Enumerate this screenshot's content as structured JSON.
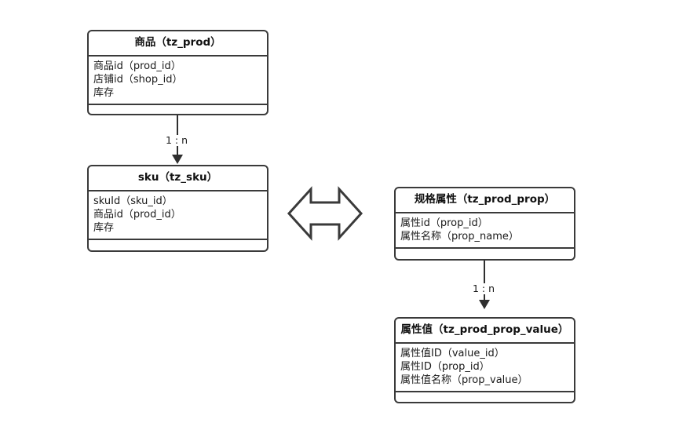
{
  "diagram": {
    "title": "",
    "background_color": "#ffffff",
    "line_color": "#3a3a3a",
    "text_color": "#1a1a1a"
  },
  "entities": [
    {
      "id": "tz_prod",
      "name": "商品",
      "table": "tz_prod",
      "title": "商品（tz_prod）",
      "fields": [
        "商品id（prod_id）",
        "店铺id（shop_id）",
        "库存"
      ],
      "methods": []
    },
    {
      "id": "tz_sku",
      "name": "sku",
      "table": "tz_sku",
      "title": "sku（tz_sku）",
      "fields": [
        "skuId（sku_id）",
        "商品id（prod_id）",
        "库存"
      ],
      "methods": []
    },
    {
      "id": "tz_prod_prop",
      "name": "规格属性",
      "table": "tz_prod_prop",
      "title": "规格属性（tz_prod_prop）",
      "fields": [
        "属性id（prop_id）",
        "属性名称（prop_name）"
      ],
      "methods": []
    },
    {
      "id": "tz_prod_prop_value",
      "name": "属性值",
      "table": "tz_prod_prop_value",
      "title": "属性值（tz_prod_prop_value）",
      "fields": [
        "属性值ID（value_id）",
        "属性ID（prop_id）",
        "属性值名称（prop_value）"
      ],
      "methods": []
    }
  ],
  "connectors": [
    {
      "id": "prod-to-sku",
      "from": "tz_prod",
      "to": "tz_sku",
      "label": "1 : n",
      "style": "solid-arrow-down"
    },
    {
      "id": "prop-to-prop-value",
      "from": "tz_prod_prop",
      "to": "tz_prod_prop_value",
      "label": "1 : n",
      "style": "solid-arrow-down"
    }
  ],
  "relation_symbol": {
    "id": "sku-prop-relation",
    "icon": "double-arrow-horizontal-icon",
    "label": "",
    "between": [
      "tz_sku",
      "tz_prod_prop"
    ]
  }
}
